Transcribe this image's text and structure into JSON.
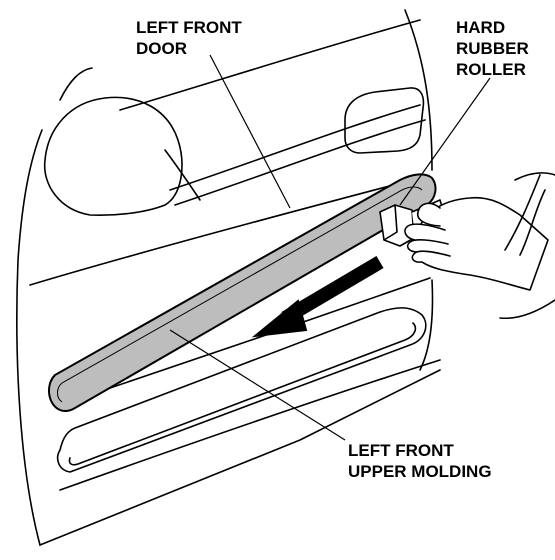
{
  "labels": {
    "door": [
      "LEFT FRONT",
      "DOOR"
    ],
    "roller": [
      "HARD",
      "RUBBER",
      "ROLLER"
    ],
    "molding": [
      "LEFT FRONT",
      "UPPER MOLDING"
    ]
  },
  "colors": {
    "line": "#000000",
    "molding_fill": "#bdbdbd",
    "background": "#ffffff"
  }
}
